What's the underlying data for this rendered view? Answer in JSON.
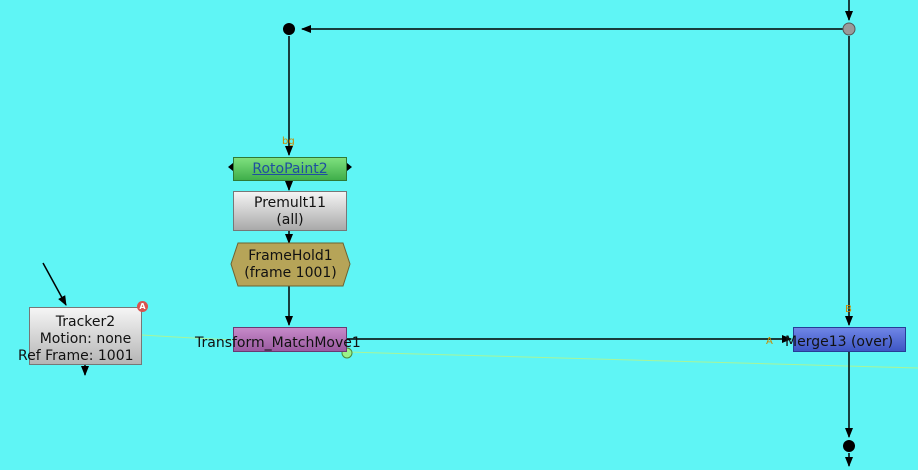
{
  "nodes": {
    "rotopaint": {
      "label": "RotoPaint2"
    },
    "premult": {
      "line1": "Premult11",
      "line2": "(all)"
    },
    "framehold": {
      "line1": "FrameHold1",
      "line2": "(frame 1001)"
    },
    "tracker": {
      "line1": "Tracker2",
      "line2": "Motion: none",
      "line3": "Ref Frame: 1001"
    },
    "transform": {
      "label": "Transform_MatchMove1"
    },
    "merge": {
      "label": "Merge13 (over)"
    }
  },
  "inputs": {
    "bg_label": "bg",
    "merge_b_label": "B",
    "merge_a_label": "A",
    "tracker_badge": "A"
  },
  "colors": {
    "canvas_bg": "#5ff5f5",
    "rotopaint": "#4fbf57",
    "premult": "#cccccc",
    "framehold": "#b6a458",
    "tracker": "#d6d6d6",
    "transform": "#b070b5",
    "merge": "#4a63d0",
    "link": "#000000",
    "expression_link": "#9cf28a"
  }
}
